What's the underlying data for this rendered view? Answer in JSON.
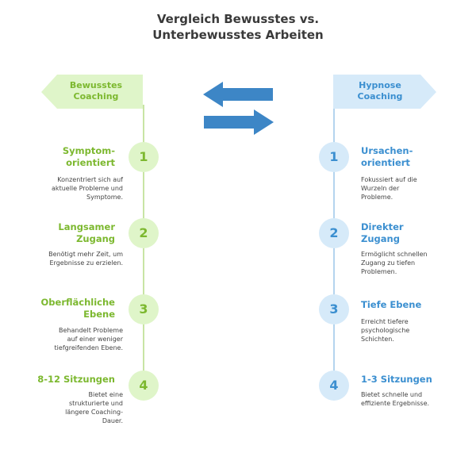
{
  "title": {
    "line1": "Vergleich Bewusstes vs.",
    "line2": "Unterbewusstes Arbeiten"
  },
  "colors": {
    "left_accent": "#7cb82f",
    "left_light": "#dff5c9",
    "right_accent": "#3b8fd0",
    "right_light": "#d6eaf9",
    "exchange_arrows": "#3d86c6"
  },
  "icons": [
    "arrow-left-icon",
    "arrow-right-icon"
  ],
  "left": {
    "banner_line1": "Bewusstes",
    "banner_line2": "Coaching",
    "steps": [
      {
        "number": "1",
        "title": "Symptom-\norientiert",
        "desc": "Konzentriert sich auf\naktuelle Probleme und\nSymptome."
      },
      {
        "number": "2",
        "title": "Langsamer\nZugang",
        "desc": "Benötigt mehr Zeit, um\nErgebnisse zu erzielen."
      },
      {
        "number": "3",
        "title": "Oberflächliche\nEbene",
        "desc": "Behandelt Probleme\nauf einer weniger\ntiefgreifenden Ebene."
      },
      {
        "number": "4",
        "title": "8-12 Sitzungen",
        "desc": "Bietet eine\nstrukturierte und\nlängere Coaching-\nDauer."
      }
    ]
  },
  "right": {
    "banner_line1": "Hypnose",
    "banner_line2": "Coaching",
    "steps": [
      {
        "number": "1",
        "title": "Ursachen-\norientiert",
        "desc": "Fokussiert auf die\nWurzeln der\nProbleme."
      },
      {
        "number": "2",
        "title": "Direkter\nZugang",
        "desc": "Ermöglicht schnellen\nZugang zu tiefen\nProblemen."
      },
      {
        "number": "3",
        "title": "Tiefe Ebene",
        "desc": "Erreicht tiefere\npsychologische\nSchichten."
      },
      {
        "number": "4",
        "title": "1-3 Sitzungen",
        "desc": "Bietet schnelle und\neffiziente Ergebnisse."
      }
    ]
  }
}
